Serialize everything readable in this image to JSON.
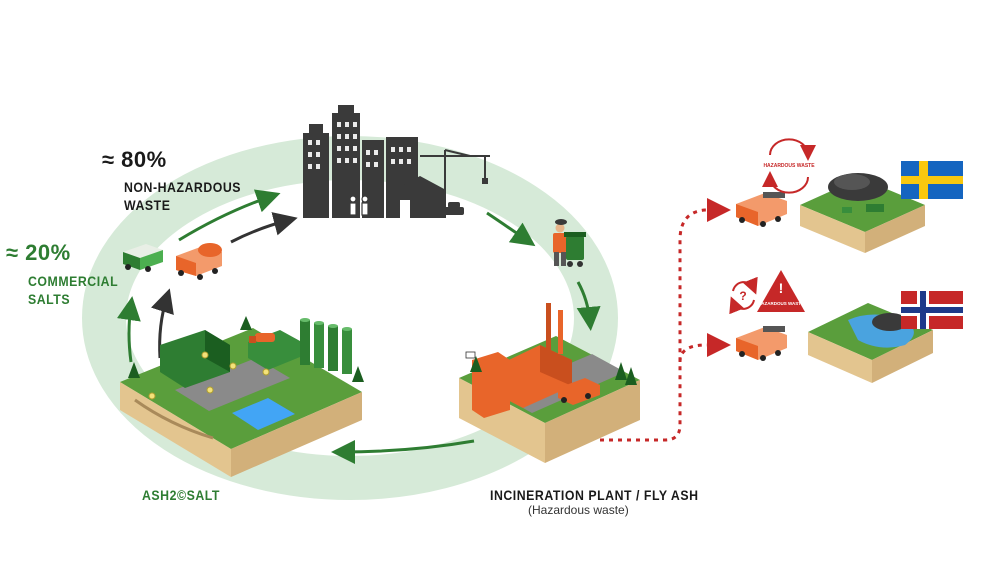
{
  "labels": {
    "non_hazardous_pct": "≈ 80%",
    "non_hazardous_line1": "NON-HAZARDOUS",
    "non_hazardous_line2": "WASTE",
    "commercial_pct": "≈ 20%",
    "commercial_line1": "COMMERCIAL",
    "commercial_line2": "SALTS",
    "ash2salt": "ASH2©SALT",
    "incineration": "INCINERATION PLANT / FLY ASH",
    "incineration_sub": "(Hazardous waste)",
    "hazardous_sign_sweden": "HAZARDOUS WASTE",
    "hazardous_sign_norway": "HAZARDOUS WASTE",
    "question_mark": "?",
    "exclamation_mark": "!"
  },
  "colors": {
    "ring": "#d6ead8",
    "arrow_green": "#2e7d32",
    "arrow_dark": "#333333",
    "dotted_route": "#c62828",
    "orange": "#e8652a",
    "soil": "#e3c58f",
    "grass": "#5a9e3c"
  },
  "icons": {
    "city": "city-buildings-icon",
    "worker": "worker-with-bin-icon",
    "truck": "truck-icon",
    "recycle": "recycle-arrows-icon",
    "warning": "warning-triangle-icon",
    "flag_sweden": "sweden-flag-icon",
    "flag_norway": "norway-flag-icon"
  }
}
